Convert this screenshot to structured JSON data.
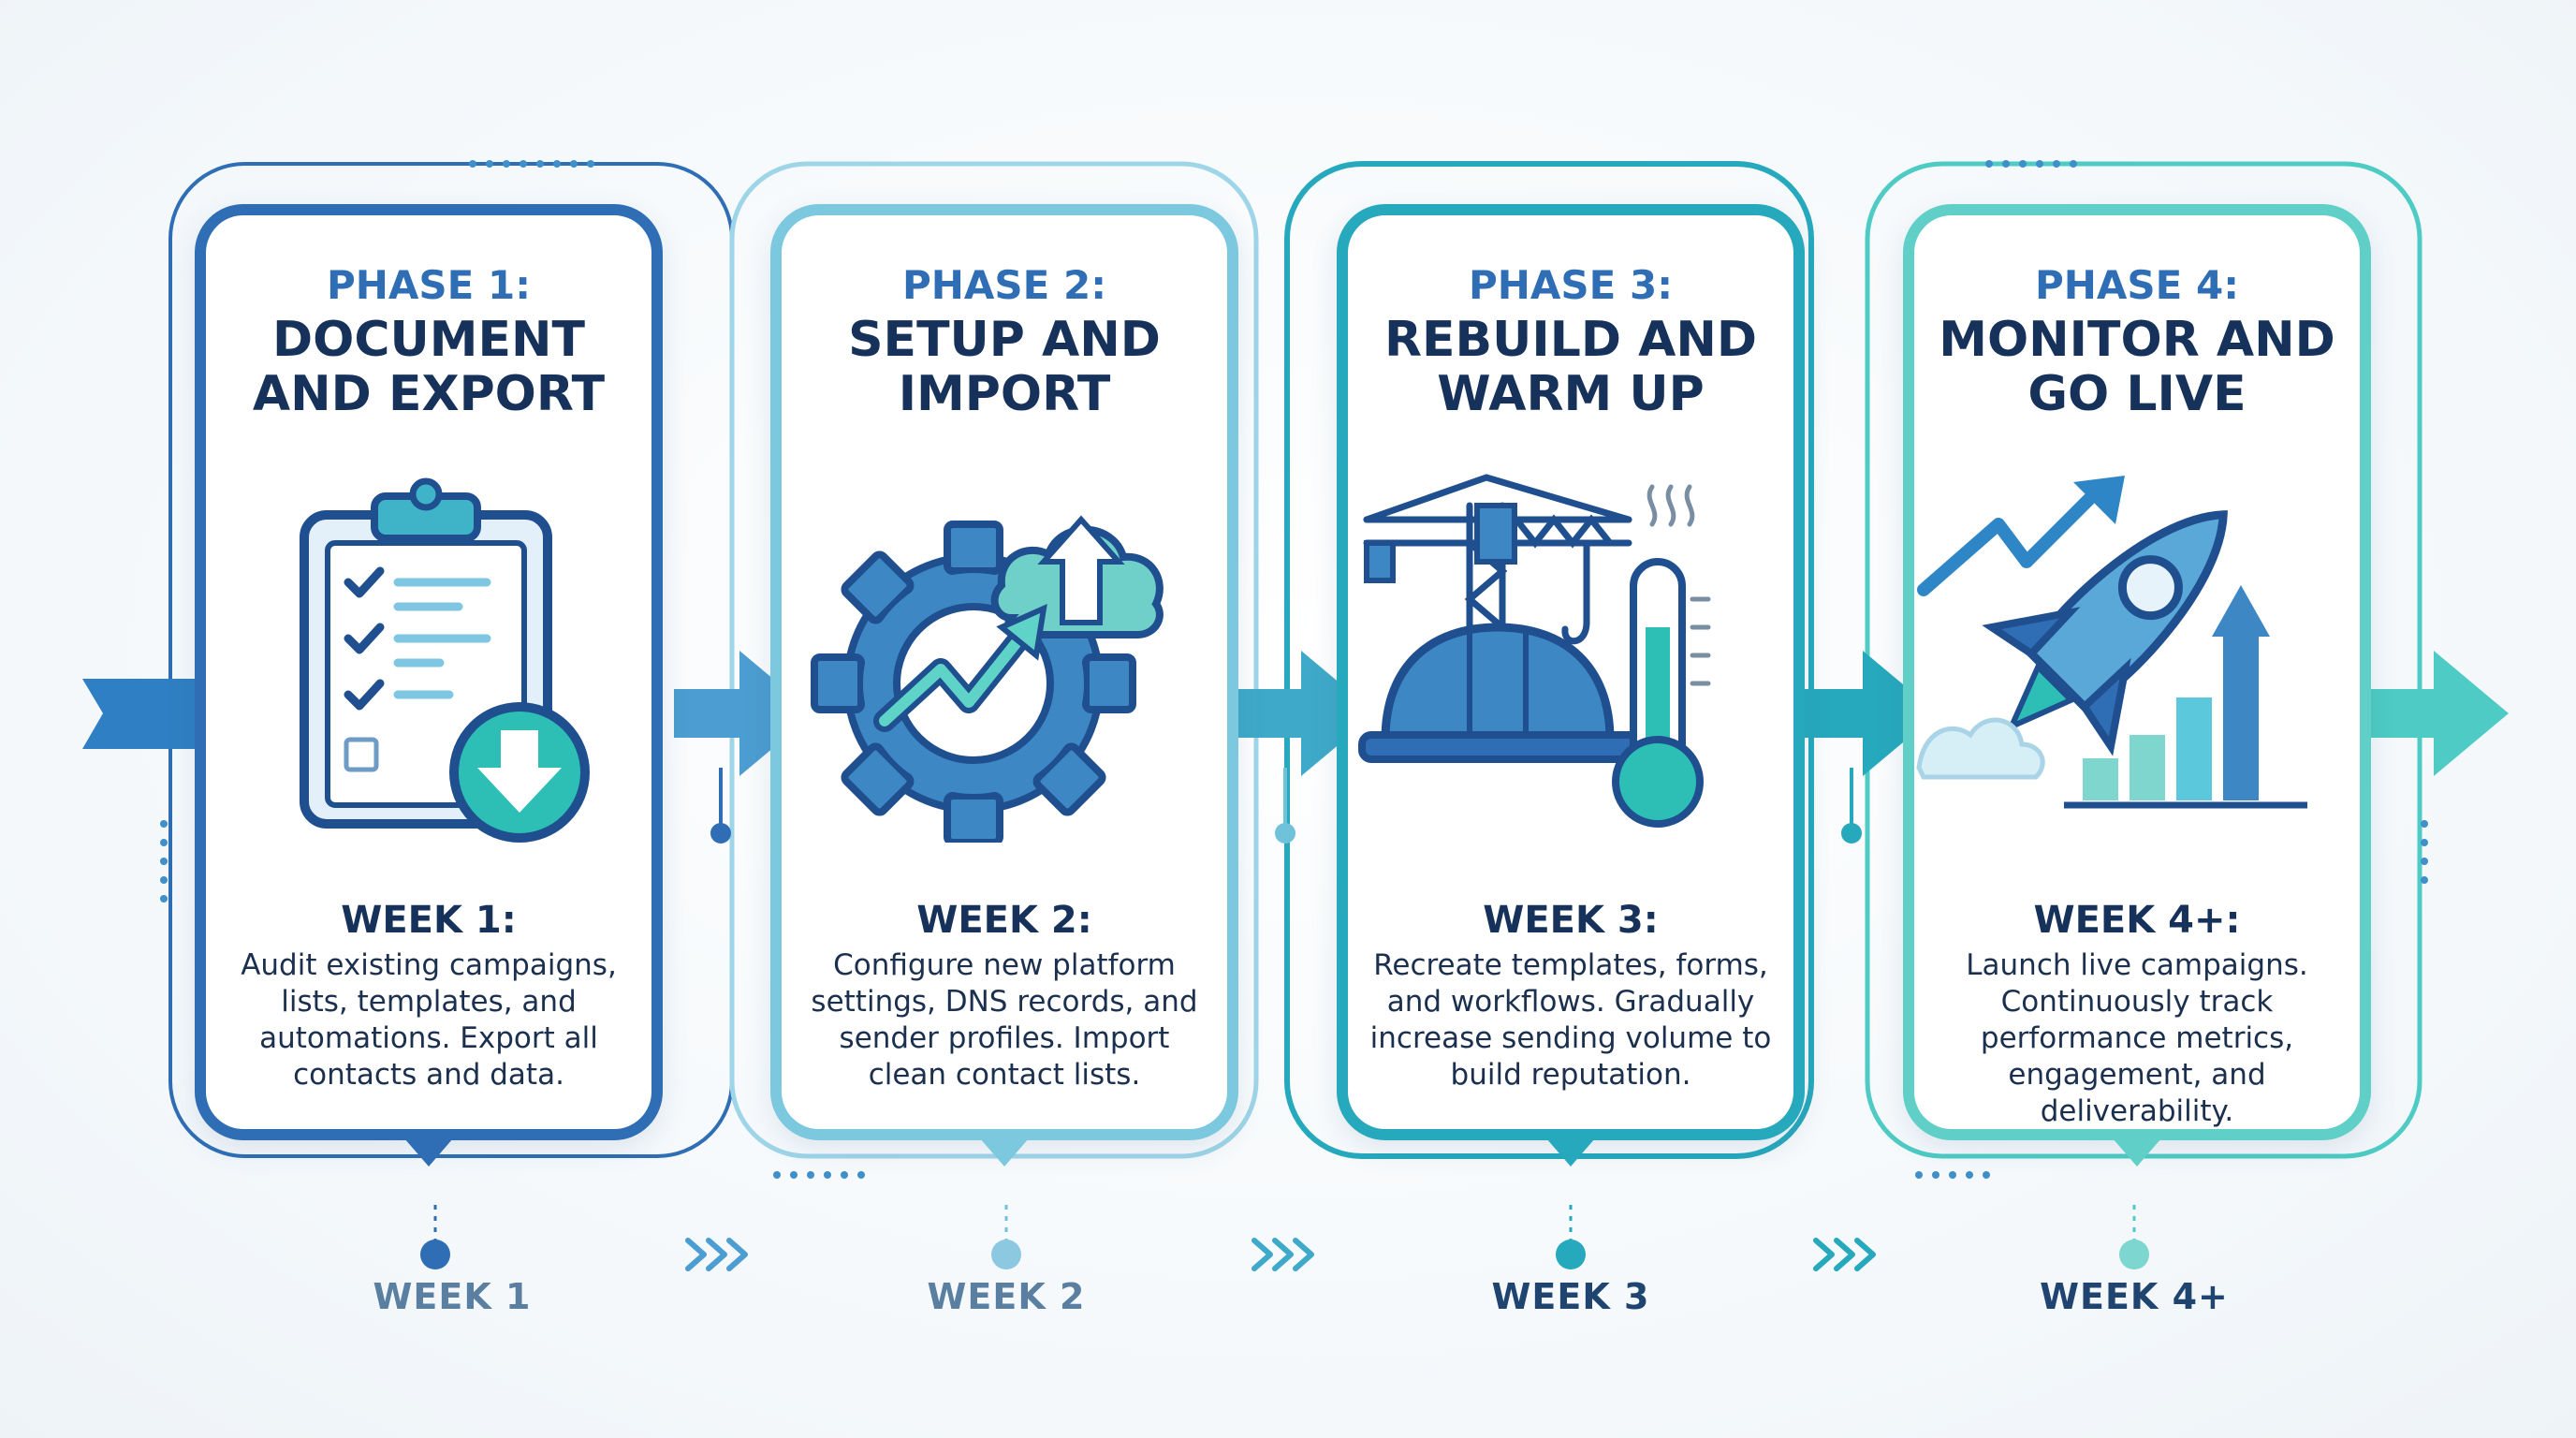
{
  "phases": [
    {
      "phase_label": "PHASE 1:",
      "title": "DOCUMENT AND EXPORT",
      "icon": "clipboard-checklist-download-icon",
      "week_label": "WEEK 1:",
      "description": "Audit existing campaigns, lists, templates, and automations. Export all contacts and data.",
      "color": "#2f6eb5"
    },
    {
      "phase_label": "PHASE 2:",
      "title": "SETUP AND IMPORT",
      "icon": "gear-cloud-upload-icon",
      "week_label": "WEEK 2:",
      "description": "Configure new platform settings, DNS records, and sender profiles. Import clean contact lists.",
      "color": "#6fc2da"
    },
    {
      "phase_label": "PHASE 3:",
      "title": "REBUILD AND WARM UP",
      "icon": "crane-hardhat-thermometer-icon",
      "week_label": "WEEK 3:",
      "description": "Recreate templates, forms, and workflows. Gradually increase sending volume to build reputation.",
      "color": "#27a9bd"
    },
    {
      "phase_label": "PHASE 4:",
      "title": "MONITOR AND GO LIVE",
      "icon": "rocket-growth-chart-icon",
      "week_label": "WEEK 4+:",
      "description": "Launch live campaigns. Continuously track performance metrics, engagement, and deliverability.",
      "color": "#4ecbc4"
    }
  ],
  "timeline": {
    "labels": [
      "WEEK 1",
      "WEEK 2",
      "WEEK 3",
      "WEEK 4+"
    ],
    "label_colors": [
      "#5a7fa0",
      "#5a7fa0",
      "#1f4470",
      "#1f4470"
    ]
  },
  "colors": {
    "title_navy": "#16325a",
    "text_dark": "#1b2f4e",
    "deep_blue": "#2f6eb5",
    "light_blue": "#6fc2da",
    "teal": "#27a9bd",
    "aqua": "#4ecbc4"
  }
}
